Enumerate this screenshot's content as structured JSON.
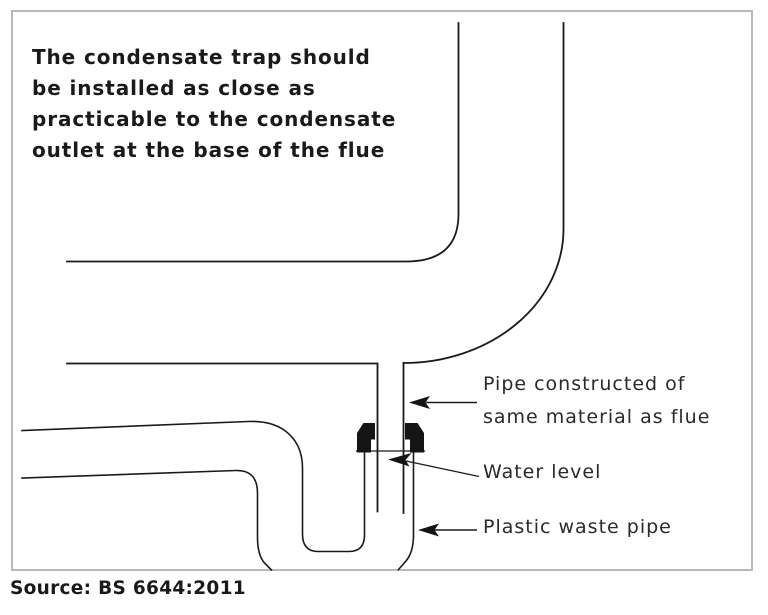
{
  "figure": {
    "note": {
      "lines": [
        "The condensate trap should",
        "be installed as close as",
        "practicable to the condensate",
        "outlet at the base of the flue"
      ]
    },
    "labels": {
      "pipe_material": {
        "lines": [
          "Pipe constructed of",
          "same material as flue"
        ]
      },
      "water_level": "Water level",
      "plastic_waste_pipe": "Plastic waste pipe"
    },
    "source": "Source: BS 6644:2011",
    "colors": {
      "ink": "#1a1a1a",
      "frame_border": "#b5bbb4",
      "background": "#ffffff"
    }
  }
}
